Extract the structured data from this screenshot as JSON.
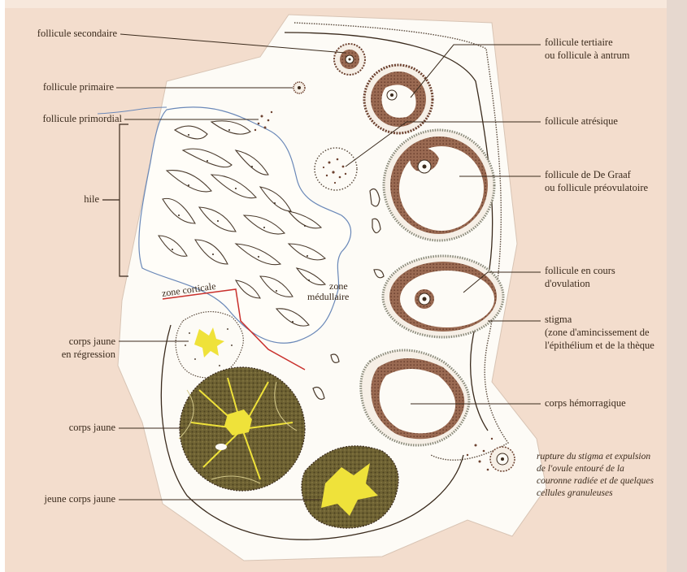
{
  "labels": {
    "follicule_secondaire": "follicule secondaire",
    "follicule_primaire": "follicule primaire",
    "follicule_primordial": "follicule primordial",
    "hile": "hile",
    "corps_jaune_regression_1": "corps jaune",
    "corps_jaune_regression_2": "en régression",
    "corps_jaune": "corps jaune",
    "jeune_corps_jaune": "jeune corps jaune",
    "zone_corticale": "zone corticale",
    "zone_medullaire_1": "zone",
    "zone_medullaire_2": "médullaire",
    "follicule_tertiaire_1": "follicule tertiaire",
    "follicule_tertiaire_2": "ou follicule à antrum",
    "follicule_atresique": "follicule atrésique",
    "de_graaf_1": "follicule de De Graaf",
    "de_graaf_2": "ou follicule préovulatoire",
    "ovulation_1": "follicule en cours",
    "ovulation_2": "d'ovulation",
    "stigma_1": "stigma",
    "stigma_2": "(zone d'amincissement de",
    "stigma_3": "l'épithélium et de la thèque",
    "corps_hemorragique": "corps hémorragique",
    "rupture_1": "rupture du stigma et expulsion",
    "rupture_2": "de l'ovule entouré de la",
    "rupture_3": "couronne radiée et de quelques",
    "rupture_4": "cellules granuleuses"
  },
  "colors": {
    "page_bg": "#f2dccb",
    "ovary_fill": "#fdfbf6",
    "follicle_brown": "#8a5a42",
    "corpus_olive": "#6e6233",
    "corpus_yellow": "#efe23a",
    "zone_blue": "#6a88b8",
    "zone_red": "#c9302c",
    "leader_line": "#3a2a1c"
  }
}
